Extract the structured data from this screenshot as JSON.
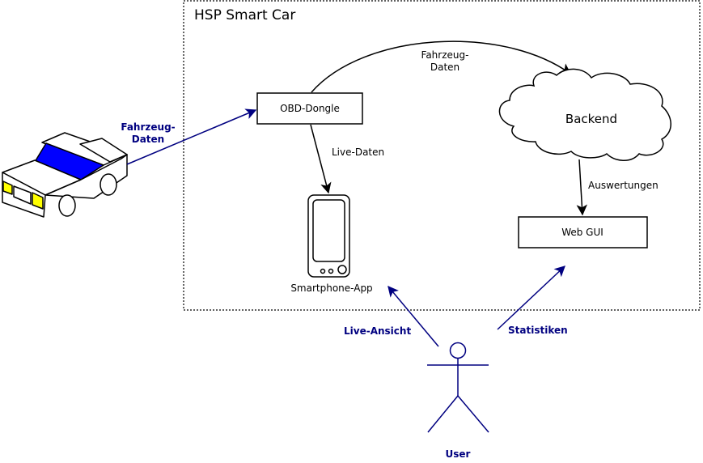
{
  "container": {
    "title": "HSP Smart Car"
  },
  "nodes": {
    "obd_dongle": "OBD-Dongle",
    "backend": "Backend",
    "web_gui": "Web GUI",
    "smartphone_app": "Smartphone-App",
    "user": "User"
  },
  "edges": {
    "car_to_dongle": [
      "Fahrzeug-",
      "Daten"
    ],
    "dongle_to_backend": [
      "Fahrzeug-",
      "Daten"
    ],
    "dongle_to_phone": "Live-Daten",
    "backend_to_gui": "Auswertungen",
    "user_to_phone": "Live-Ansicht",
    "user_to_gui": "Statistiken"
  },
  "colors": {
    "line": "#000000",
    "user_arrow": "#000080",
    "car_window": "#0000ff",
    "car_light": "#ffff00",
    "background": "#ffffff"
  },
  "icons": {
    "car": "car-icon",
    "phone": "smartphone-icon",
    "user": "stick-figure-icon",
    "cloud": "cloud-shape"
  }
}
